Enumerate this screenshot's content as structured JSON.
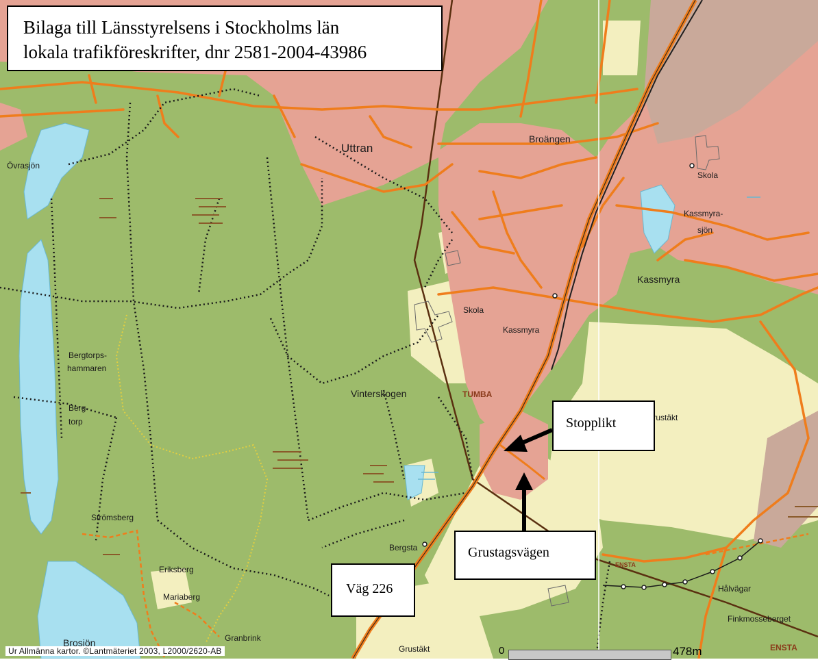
{
  "map": {
    "title_line1": "Bilaga till Länsstyrelsens i Stockholms län",
    "title_line2": "lokala trafikföreskrifter, dnr 2581-2004-43986",
    "callouts": {
      "stopplikt": "Stopplikt",
      "grustagsvagen": "Grustagsvägen",
      "vag226": "Väg 226"
    },
    "places": {
      "uttran": "Uttran",
      "broangen": "Broängen",
      "ovrasjon": "Övrasjön",
      "skola_ne": "Skola",
      "kassmyrasjon_1": "Kassmyra-",
      "kassmyrasjon_2": "sjön",
      "kassmyra": "Kassmyra",
      "skola_c": "Skola",
      "kassmyra_c": "Kassmyra",
      "bergtorpshammaren_1": "Bergtorps-",
      "bergtorpshammaren_2": "hammaren",
      "bergtorp_1": "Berg-",
      "bergtorp_2": "torp",
      "vinterskogen": "Vinterskogen",
      "tumba": "TUMBA",
      "grustakt_e": "Grustäkt",
      "stromsberg": "Strömsberg",
      "eriksberg": "Eriksberg",
      "mariaberg": "Mariaberg",
      "bergsta": "Bergsta",
      "ensta_1": "ENSTA",
      "ensta_2": "ENSTA",
      "halvagar": "Hålvägar",
      "finkmosseberget": "Finkmosseberget",
      "brosjon": "Brosjön",
      "granbrink": "Granbrink",
      "grustakt_s": "Grustäkt"
    },
    "credit": "Ur Allmänna kartor. ©Lantmäteriet 2003, L2000/2620-AB",
    "scale": {
      "zero": "0",
      "label": "478m"
    },
    "colors": {
      "forest": "#9dbb6b",
      "urban": "#e5a394",
      "open": "#f3efbf",
      "water": "#a8e0f0",
      "road": "#ef7d1c",
      "railway": "#1f1f1f",
      "brown_line": "#5a3010",
      "path": "#1a1a1a"
    }
  }
}
